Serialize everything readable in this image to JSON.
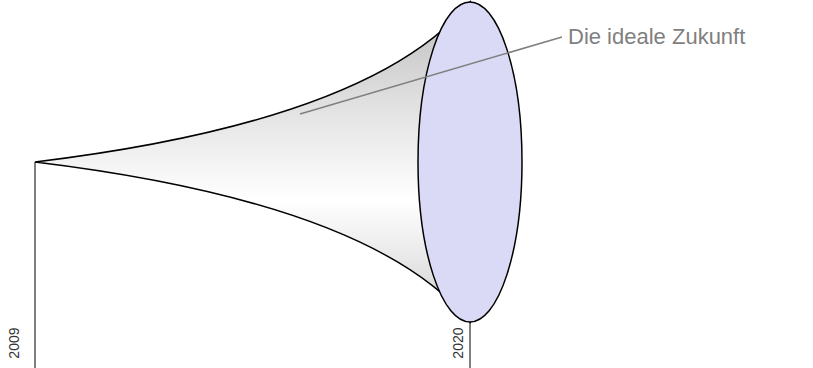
{
  "diagram": {
    "labels": [
      "Die ideale Zukunft",
      "2009",
      "2020"
    ]
  }
}
